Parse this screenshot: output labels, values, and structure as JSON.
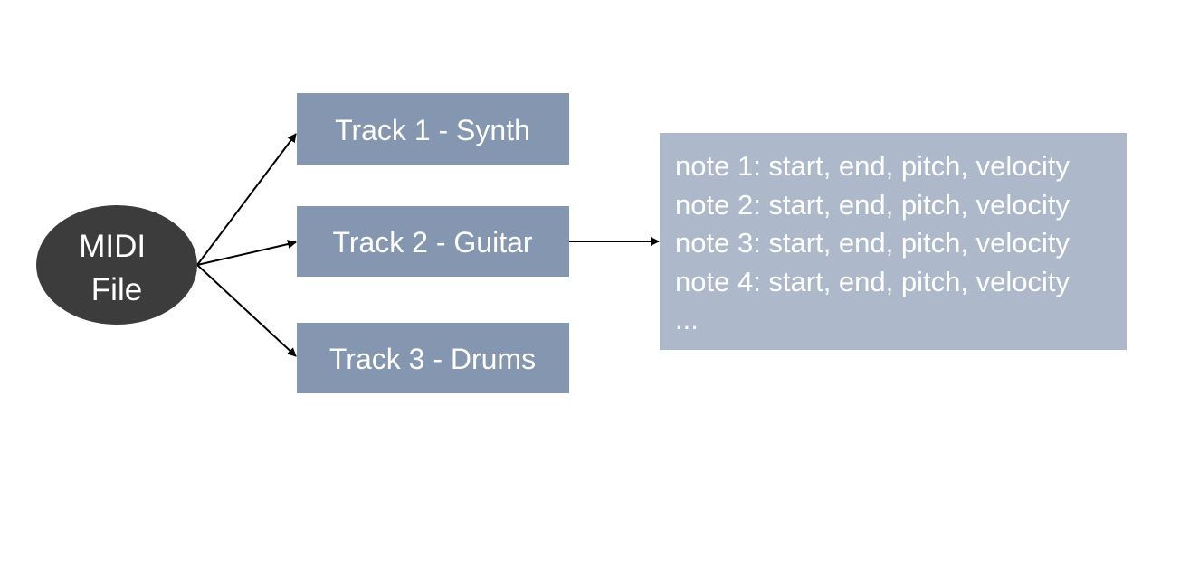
{
  "source": {
    "lines": [
      "MIDI",
      "File"
    ],
    "fill": "#3c3c3c"
  },
  "tracks": [
    {
      "label": "Track 1 - Synth"
    },
    {
      "label": "Track 2 - Guitar"
    },
    {
      "label": "Track 3 - Drums"
    }
  ],
  "notes_panel": {
    "lines": [
      "note 1: start, end, pitch, velocity",
      "note 2: start, end, pitch, velocity",
      "note 3: start, end, pitch, velocity",
      "note 4: start, end, pitch, velocity",
      "..."
    ]
  },
  "colors": {
    "track_fill": "#8496b0",
    "notes_fill": "#adb9ca",
    "arrow": "#000000",
    "text": "#ffffff"
  }
}
